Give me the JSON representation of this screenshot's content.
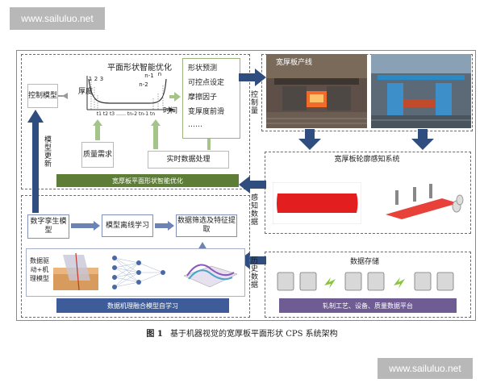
{
  "watermark": {
    "text": "www.sailuluo.net"
  },
  "top_left": {
    "title": "平面形状智能优化",
    "control_model": "控制模型",
    "thickness_label": "厚度",
    "time_label": "时间",
    "curve_labels": [
      "1",
      "2",
      "3",
      "n-1",
      "n",
      "n-2"
    ],
    "time_ticks": "t1 t2 t3 …… tn-2 tn-1 tn",
    "demand": "质量需求",
    "realtime": "实时数据处理",
    "list": [
      "形状预测",
      "可控点设定",
      "摩擦因子",
      "变厚度前滑",
      "……"
    ],
    "bar": "宽厚板平面形状智能优化"
  },
  "model_update": "模型更新",
  "control_qty": "控制量",
  "sense_data": "感知数据",
  "history_data": "历史数据",
  "top_right": {
    "photo_label": "宽厚板产线"
  },
  "mid_right": {
    "title": "宽厚板轮廓感知系统"
  },
  "storage": {
    "title": "数据存储",
    "bar": "轧制工艺、设备、质量数据平台"
  },
  "bottom_left": {
    "digital_twin": "数字孪生模型",
    "offline": "模型离线学习",
    "screening": "数据筛选及特征提取",
    "hybrid": "数据驱动+机理模型",
    "bar": "数据机理融合模型自学习"
  },
  "caption": {
    "fig": "图 1",
    "text": "基于机器视觉的宽厚板平面形状 CPS 系统架构"
  }
}
